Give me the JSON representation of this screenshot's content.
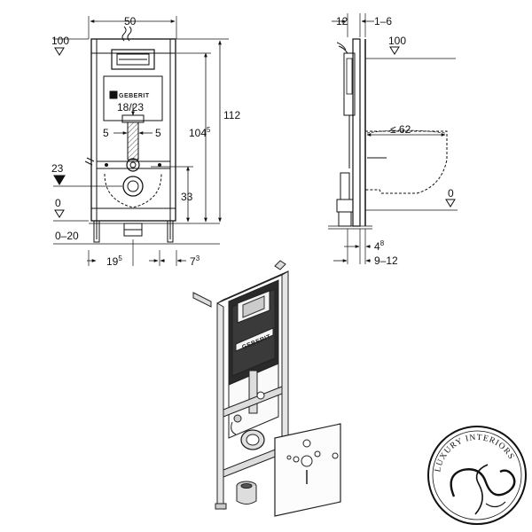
{
  "front_view": {
    "width_label": "50",
    "top_level_label": "100",
    "drain_height_label": "23",
    "floor_label": "0",
    "floor_range_label": "0–20",
    "height_total_label": "112",
    "height_frame_label": "104",
    "height_frame_sup": "5",
    "pipe_label": "18/23",
    "offset_left_label": "5",
    "offset_right_label": "5",
    "bowl_height_label": "33",
    "bottom_left_label": "19",
    "bottom_left_sup": "5",
    "bottom_right_label": "7",
    "bottom_right_sup": "3",
    "brand": "GEBERIT"
  },
  "side_view": {
    "depth_label": "12",
    "wall_range_label": "1–6",
    "top_level_label": "100",
    "projection_label": "≤ 62",
    "floor_label": "0",
    "bottom_offset_label": "4",
    "bottom_offset_sup": "8",
    "bottom_range_label": "9–12"
  },
  "render_view": {
    "brand": "GEBERIT"
  },
  "logo": {
    "text": "LUXURY INTERIORS"
  }
}
